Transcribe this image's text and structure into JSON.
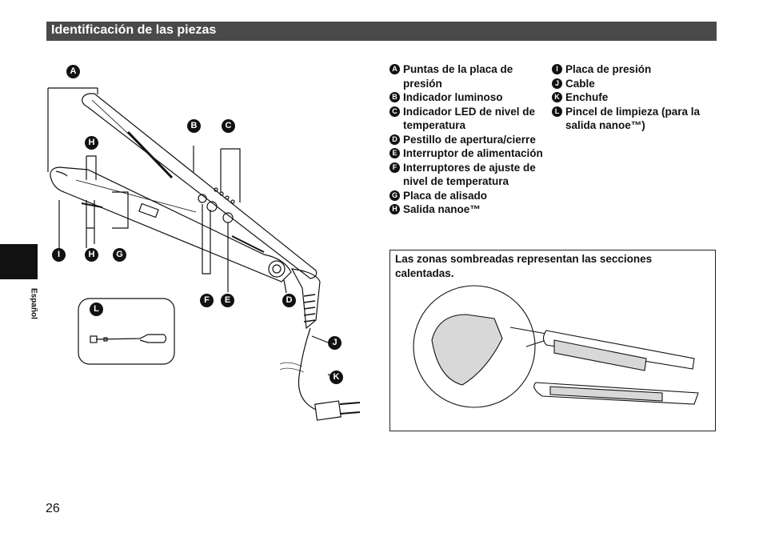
{
  "header": {
    "title": "Identificación de las piezas"
  },
  "side_tab": {
    "label": "Español"
  },
  "page_number": "26",
  "legend_left": [
    {
      "key": "A",
      "text": "Puntas de la placa de presión"
    },
    {
      "key": "B",
      "text": "Indicador luminoso"
    },
    {
      "key": "C",
      "text": "Indicador LED de nivel de temperatura"
    },
    {
      "key": "D",
      "text": "Pestillo de apertura/cierre"
    },
    {
      "key": "E",
      "text": "Interruptor de alimentación"
    },
    {
      "key": "F",
      "text": "Interruptores de ajuste de nivel de temperatura"
    },
    {
      "key": "G",
      "text": "Placa de alisado"
    },
    {
      "key": "H",
      "text": "Salida nanoe™"
    }
  ],
  "legend_right": [
    {
      "key": "I",
      "text": "Placa de presión"
    },
    {
      "key": "J",
      "text": "Cable"
    },
    {
      "key": "K",
      "text": "Enchufe"
    },
    {
      "key": "L",
      "text": "Pincel de limpieza (para la salida nanoe™)"
    }
  ],
  "note": {
    "text": "Las zonas sombreadas representan las secciones calentadas."
  },
  "callouts": [
    "A",
    "B",
    "C",
    "H",
    "I",
    "G",
    "L",
    "F",
    "E",
    "D",
    "J",
    "K"
  ],
  "colors": {
    "title_bar": "#4a4a4a",
    "shade": "#d8d8d8"
  }
}
